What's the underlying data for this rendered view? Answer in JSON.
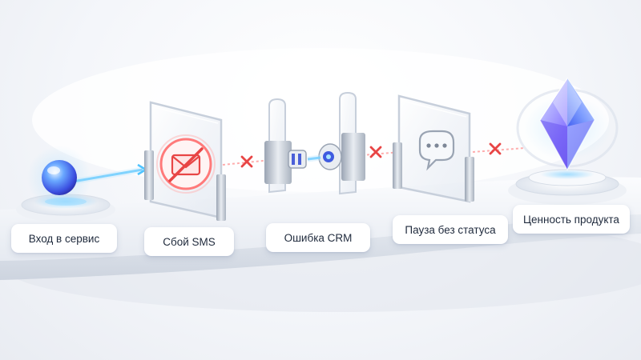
{
  "steps": [
    {
      "label": "Вход в сервис",
      "icon": "glowing-orb-icon"
    },
    {
      "label": "Сбой SMS",
      "icon": "blocked-mail-icon"
    },
    {
      "label": "Ошибка CRM",
      "icon": "disconnected-plug-icon"
    },
    {
      "label": "Пауза без статуса",
      "icon": "chat-bubble-icon"
    },
    {
      "label": "Ценность продукта",
      "icon": "crystal-gem-icon"
    }
  ],
  "colors": {
    "flow": "#4fc3ff",
    "error": "#e84545",
    "glass": "#dfe6f0",
    "gem": "#7b6cff",
    "platform": "#f2f4f8"
  }
}
